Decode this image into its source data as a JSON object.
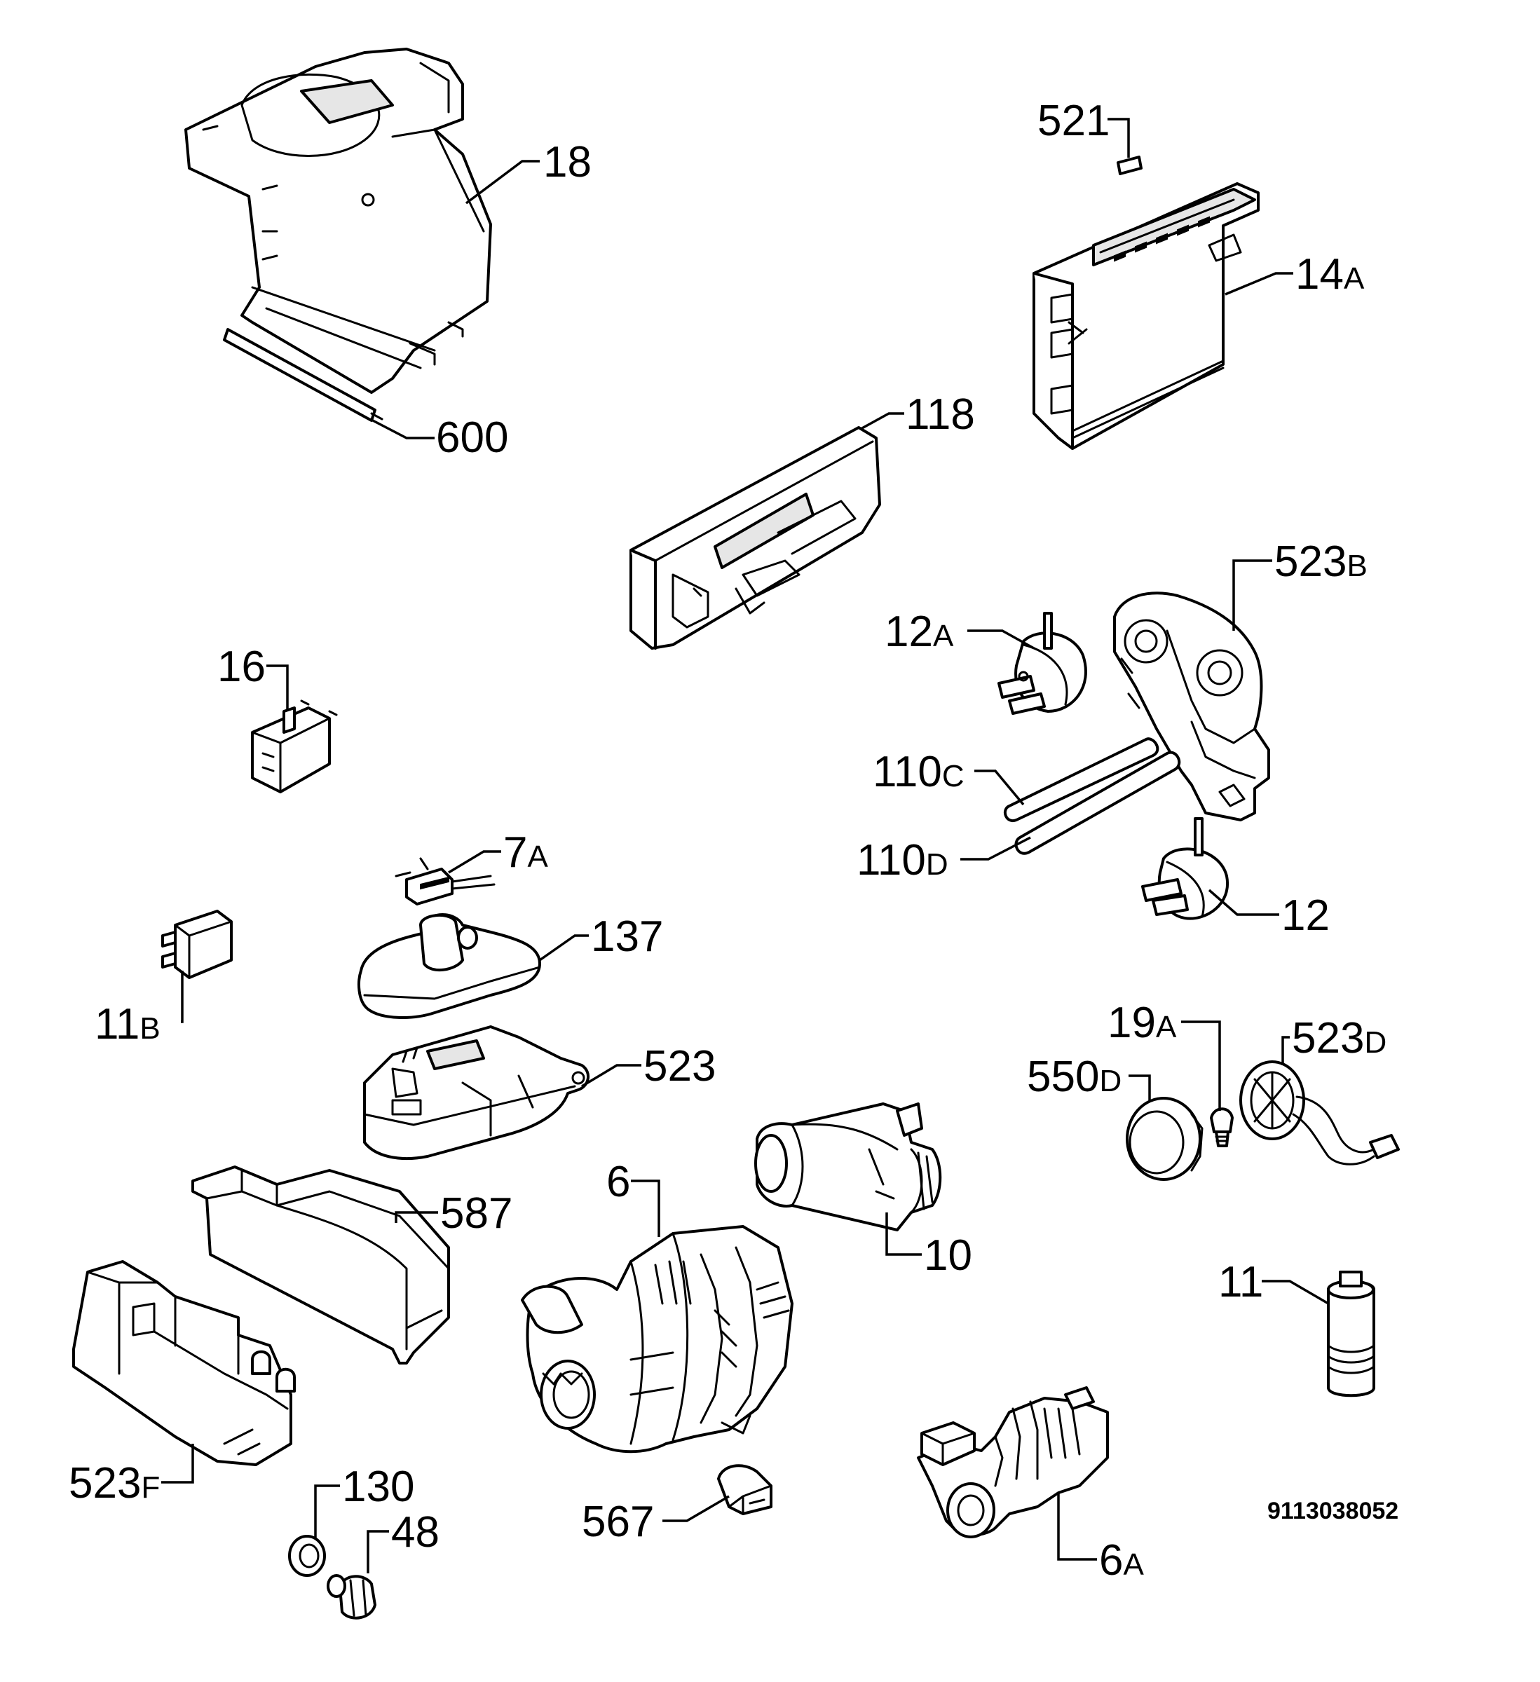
{
  "labels": {
    "p18": "18",
    "p600": "600",
    "p521": "521",
    "p14a_num": "14",
    "p14a_suf": "A",
    "p118": "118",
    "p523b_num": "523",
    "p523b_suf": "B",
    "p12a_num": "12",
    "p12a_suf": "A",
    "p16": "16",
    "p110c_num": "110",
    "p110c_suf": "C",
    "p110d_num": "110",
    "p110d_suf": "D",
    "p7a_num": "7",
    "p7a_suf": "A",
    "p12": "12",
    "p137": "137",
    "p11b_num": "11",
    "p11b_suf": "B",
    "p523": "523",
    "p19a_num": "19",
    "p19a_suf": "A",
    "p523d_num": "523",
    "p523d_suf": "D",
    "p550d_num": "550",
    "p550d_suf": "D",
    "p6": "6",
    "p587": "587",
    "p10": "10",
    "p11": "11",
    "p523f_num": "523",
    "p523f_suf": "F",
    "p130": "130",
    "p48": "48",
    "p567": "567",
    "p6a_num": "6",
    "p6a_suf": "A"
  },
  "diagram_code": "9113038052"
}
